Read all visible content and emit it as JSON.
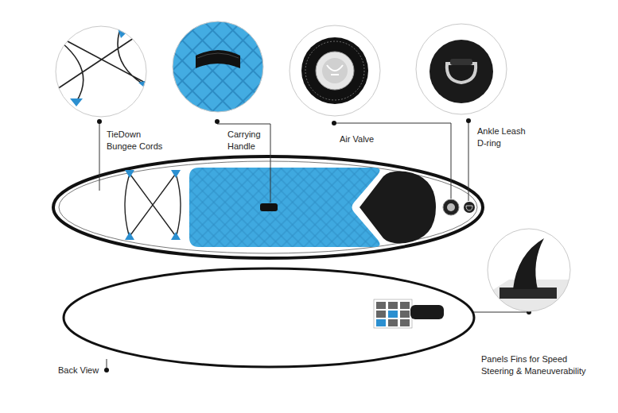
{
  "diagram": {
    "labels": [
      "TieDown Bungee Cords",
      "Carrying Handle",
      "Air Valve",
      "Ankle Leash D-ring",
      "Back View",
      "Panels Fins for Speed Steering & Maneuverability"
    ]
  }
}
